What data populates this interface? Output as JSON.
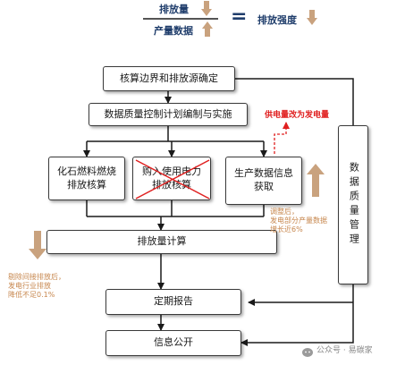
{
  "formula": {
    "numerator": "排放量",
    "denominator": "产量数据",
    "equals": "=",
    "result": "排放强度"
  },
  "boxes": {
    "boundary": "核算边界和排放源确定",
    "plan": "数据质量控制计划编制与实施",
    "fossil": "化石燃料燃烧排放核算",
    "purchased": "购入使用电力排放核算",
    "production": "生产数据信息获取",
    "calc": "排放量计算",
    "report": "定期报告",
    "disclosure": "信息公开",
    "quality_mgmt": "数据质量管理"
  },
  "notes": {
    "power_change": "供电量改为发电量",
    "adjust": "调整后，\n发电部分产量数据\n增长近6%",
    "deduct": "剔除间接排放后，\n发电行业排放\n降低不足0.1%"
  },
  "watermark": "公众号 · 易碳家",
  "colors": {
    "arrow_tan": "#c9a27e",
    "red": "#e02020",
    "navy": "#1f3d6b",
    "note_text": "#c7874e",
    "box_border": "#3a3a3a"
  }
}
